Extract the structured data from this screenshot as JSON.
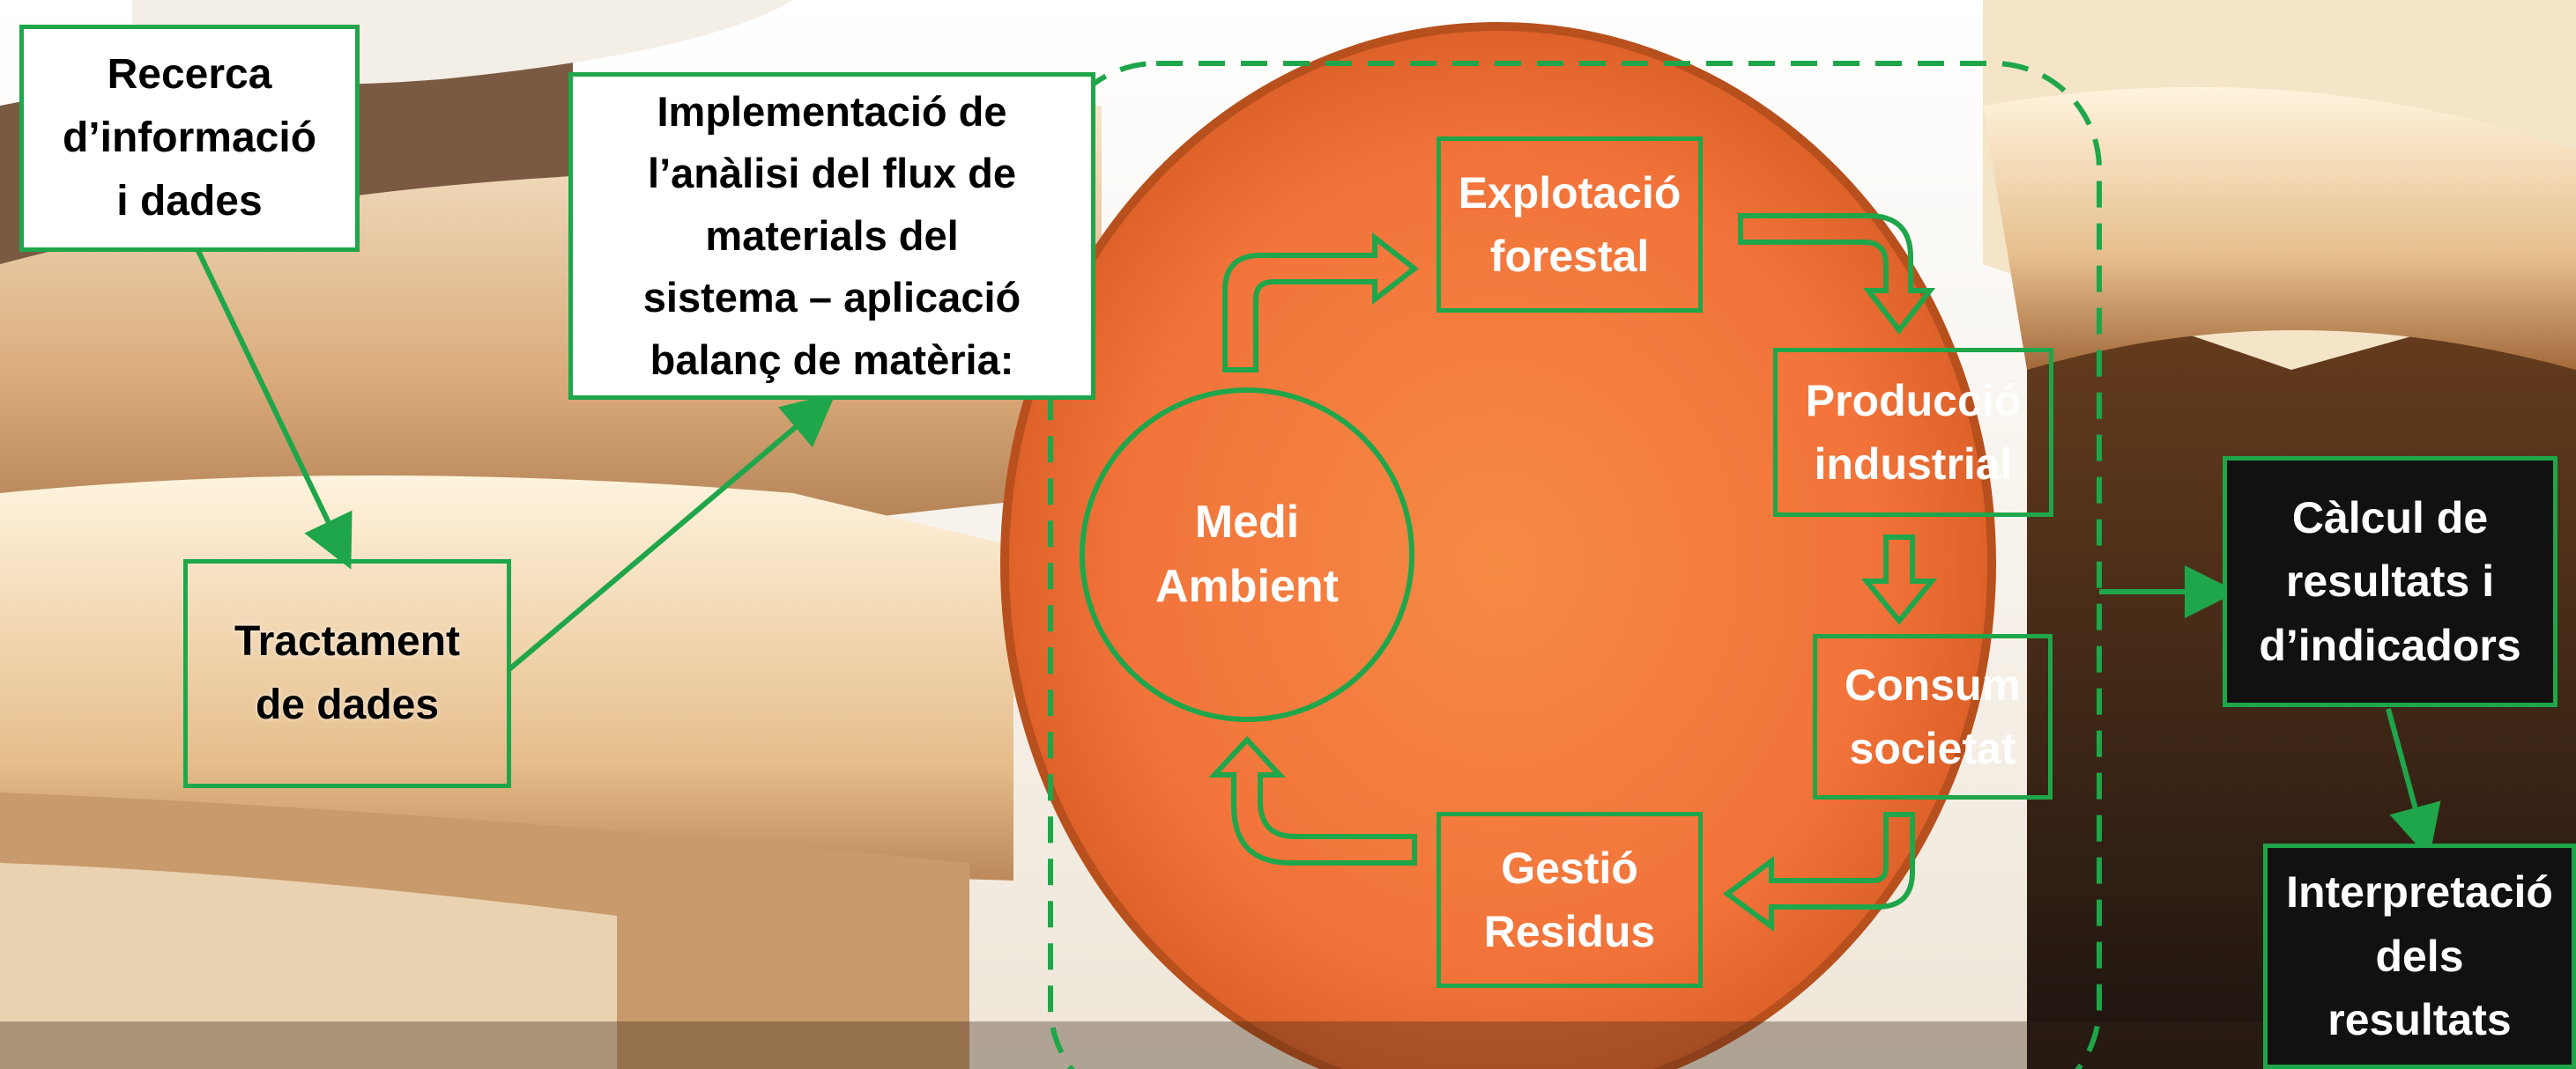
{
  "colors": {
    "accent_green": "#1fa64a",
    "log_orange": "#f47a35",
    "background_light": "#e9e2d6",
    "background_dark": "#1c1410"
  },
  "background": {
    "description_icon": "log-pile-photo"
  },
  "boxes": {
    "recerca": "Recerca\nd’informació\ni dades",
    "tractament": "Tractament\nde dades",
    "implementacio": "Implementació de\nl’anàlisi del flux de\nmaterials del\nsistema – aplicació\nbalanç de matèria:",
    "calcul": "Càlcul de\nresultats i\nd’indicadors",
    "interpretacio": "Interpretació\ndels\nresultats"
  },
  "cycle": {
    "medi_ambient": "Medi\nAmbient",
    "explotacio": "Explotació\nforestal",
    "produccio": "Producció\nindustrial",
    "consum": "Consum\nsocietat",
    "gestio": "Gestió\nResidus"
  }
}
